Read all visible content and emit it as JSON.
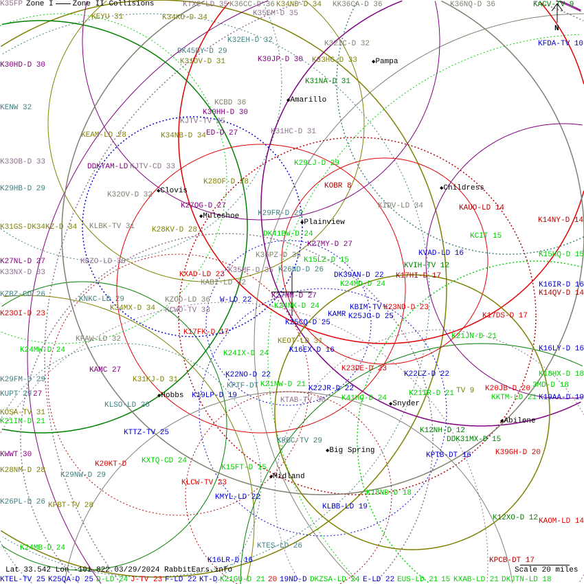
{
  "legend": {
    "zone1": "Zone I",
    "zone2": "Zone II",
    "collisions": "Collisions"
  },
  "footer": {
    "coords": "Lat 33.542 Lon -101.822 03/29/2024 RabbitEars.info",
    "scale": "Scale 20 miles"
  },
  "north": "N",
  "colors": {
    "olive": "#808000",
    "teal": "#408080",
    "purple": "#800080",
    "mauve": "#907090",
    "gray": "#808070",
    "green": "#00d000",
    "darkgreen": "#008000",
    "blue": "#0000d0",
    "red": "#e00000",
    "darkred": "#b00000"
  },
  "cities": [
    {
      "name": "Pampa"
    },
    {
      "name": "Amarillo"
    },
    {
      "name": "Childress"
    },
    {
      "name": "Clovis"
    },
    {
      "name": "Muleshoe"
    },
    {
      "name": "Plainview"
    },
    {
      "name": "Hobbs"
    },
    {
      "name": "Snyder"
    },
    {
      "name": "Abilene"
    },
    {
      "name": "Big Spring"
    },
    {
      "name": "Midland"
    }
  ],
  "stations": [
    {
      "label": "K35FP",
      "color": "mauve"
    },
    {
      "label": "KEYU 31",
      "color": "olive"
    },
    {
      "label": "KTXC-LD 35",
      "color": "mauve"
    },
    {
      "label": "K36CC-D 36",
      "color": "gray"
    },
    {
      "label": "K34ND-D 34",
      "color": "olive"
    },
    {
      "label": "K35EM-D 35",
      "color": "mauve"
    },
    {
      "label": "KK36CA-D 36",
      "color": "gray"
    },
    {
      "label": "K36NQ-D 36",
      "color": "gray"
    },
    {
      "label": "KACV-TV 9",
      "color": "darkgreen"
    },
    {
      "label": "KFDA-TV 10",
      "color": "blue"
    },
    {
      "label": "K34KO-D 34",
      "color": "olive"
    },
    {
      "label": "K32EH-D 32",
      "color": "teal"
    },
    {
      "label": "K32IC-D 32",
      "color": "gray"
    },
    {
      "label": "DK45DY-D 29",
      "color": "teal"
    },
    {
      "label": "K31OV-D 31",
      "color": "olive"
    },
    {
      "label": "K30JP-D 30",
      "color": "purple"
    },
    {
      "label": "K33HG-D 33",
      "color": "olive"
    },
    {
      "label": "K30HD-D 30",
      "color": "purple"
    },
    {
      "label": "K31NA-D 31",
      "color": "darkgreen"
    },
    {
      "label": "KENW 32",
      "color": "teal"
    },
    {
      "label": "KCBD 36",
      "color": "gray"
    },
    {
      "label": "K30HH-D 30",
      "color": "purple"
    },
    {
      "label": "KJTV-TV 35",
      "color": "mauve"
    },
    {
      "label": "K31HC-D 31",
      "color": "mauve"
    },
    {
      "label": "ED-D 27",
      "color": "purple"
    },
    {
      "label": "KEAM-LD 28",
      "color": "olive"
    },
    {
      "label": "K34NB-D 34",
      "color": "olive"
    },
    {
      "label": "K33OB-D 33",
      "color": "mauve"
    },
    {
      "label": "K29LJ-D 29",
      "color": "green"
    },
    {
      "label": "DDKYAM-LD",
      "color": "purple"
    },
    {
      "label": "KJTV-CD 33",
      "color": "mauve"
    },
    {
      "label": "K29HB-D 29",
      "color": "teal"
    },
    {
      "label": "K28OF-D 28",
      "color": "olive"
    },
    {
      "label": "KOBR 8",
      "color": "darkred"
    },
    {
      "label": "K32OV-D 32",
      "color": "gray"
    },
    {
      "label": "KIDV-LD 34",
      "color": "gray"
    },
    {
      "label": "KAUO-LD 14",
      "color": "darkred"
    },
    {
      "label": "K14NY-D 14",
      "color": "darkred"
    },
    {
      "label": "K27OG-D 27",
      "color": "purple"
    },
    {
      "label": "K29FR-D 29",
      "color": "teal"
    },
    {
      "label": "K31GS-DK34KZ-D 34",
      "color": "olive"
    },
    {
      "label": "KLBK-TV 31",
      "color": "gray"
    },
    {
      "label": "K28KV-D 28",
      "color": "olive"
    },
    {
      "label": "DK41BW-D 24",
      "color": "green"
    },
    {
      "label": "KCIT 15",
      "color": "green"
    },
    {
      "label": "K27MY-D 27",
      "color": "purple"
    },
    {
      "label": "KVAD-LD 16",
      "color": "blue"
    },
    {
      "label": "K15HQ-D 15",
      "color": "green"
    },
    {
      "label": "K27NL-D 27",
      "color": "purple"
    },
    {
      "label": "KBZO-LD 30",
      "color": "mauve"
    },
    {
      "label": "K36PZ-D 36",
      "color": "gray"
    },
    {
      "label": "K15LZ-D 15",
      "color": "green"
    },
    {
      "label": "KVIH-TV 12",
      "color": "darkgreen"
    },
    {
      "label": "K33NX-D 33",
      "color": "mauve"
    },
    {
      "label": "K26ND-D 26",
      "color": "teal"
    },
    {
      "label": "K35MF-D 35",
      "color": "mauve"
    },
    {
      "label": "KXAD-LD 23",
      "color": "red"
    },
    {
      "label": "DK39AN-D 22",
      "color": "blue"
    },
    {
      "label": "K17HI-D 17",
      "color": "darkred"
    },
    {
      "label": "KABI-LD 32",
      "color": "gray"
    },
    {
      "label": "K24MD-D 24",
      "color": "green"
    },
    {
      "label": "K16IR-D 16",
      "color": "blue"
    },
    {
      "label": "KZBZ-CD 26",
      "color": "teal"
    },
    {
      "label": "K14QV-D 14",
      "color": "darkred"
    },
    {
      "label": "K27HM-D 27",
      "color": "purple"
    },
    {
      "label": "KNKC-LD 29",
      "color": "teal"
    },
    {
      "label": "KZOD-LD 36",
      "color": "gray"
    },
    {
      "label": "W-LD 22",
      "color": "blue"
    },
    {
      "label": "K24NK-D 24",
      "color": "green"
    },
    {
      "label": "K34MX-D 34",
      "color": "olive"
    },
    {
      "label": "KCWO-TV 33",
      "color": "mauve"
    },
    {
      "label": "KBIM-TV",
      "color": "blue"
    },
    {
      "label": "K23ND-D 23",
      "color": "red"
    },
    {
      "label": "K23OI-D 23",
      "color": "red"
    },
    {
      "label": "KAMR",
      "color": "blue"
    },
    {
      "label": "K25JO-D 25",
      "color": "blue"
    },
    {
      "label": "K17DS-D 17",
      "color": "red"
    },
    {
      "label": "K25CQ-D 25",
      "color": "blue"
    },
    {
      "label": "K17FK-D 17",
      "color": "red"
    },
    {
      "label": "K21JN-D 21",
      "color": "green"
    },
    {
      "label": "KFAW-LD 32",
      "color": "gray"
    },
    {
      "label": "KEOT-LD 31",
      "color": "olive"
    },
    {
      "label": "K24MW-D 24",
      "color": "green"
    },
    {
      "label": "K16LY-D 16",
      "color": "blue"
    },
    {
      "label": "K16EX-D 16",
      "color": "blue"
    },
    {
      "label": "K24IX-D 24",
      "color": "green"
    },
    {
      "label": "K23DE-D 23",
      "color": "red"
    },
    {
      "label": "KAMC 27",
      "color": "purple"
    },
    {
      "label": "K22NO-D 22",
      "color": "blue"
    },
    {
      "label": "K22LZ-D 22",
      "color": "blue"
    },
    {
      "label": "K18HX-D 18",
      "color": "green"
    },
    {
      "label": "K29FM-D 29",
      "color": "teal"
    },
    {
      "label": "K31KJ-D 31",
      "color": "olive"
    },
    {
      "label": "K21NW-D 21",
      "color": "green"
    },
    {
      "label": "K20JB-D 20",
      "color": "red"
    },
    {
      "label": "3MD-D 18",
      "color": "green"
    },
    {
      "label": "KPTF-DT",
      "color": "teal"
    },
    {
      "label": "K22JR-D 22",
      "color": "blue"
    },
    {
      "label": "KUPT 29",
      "color": "teal"
    },
    {
      "label": "27",
      "color": "purple"
    },
    {
      "label": "K21IR-D 21",
      "color": "green"
    },
    {
      "label": "TV 9",
      "color": "olive"
    },
    {
      "label": "KKTM-LD 21",
      "color": "green"
    },
    {
      "label": "K19AA-D 19",
      "color": "blue"
    },
    {
      "label": "K19LP-D 19",
      "color": "blue"
    },
    {
      "label": "K41HQ-D 24",
      "color": "green"
    },
    {
      "label": "KTAB-TV 30",
      "color": "mauve"
    },
    {
      "label": "KOSA-TV 31",
      "color": "olive"
    },
    {
      "label": "K21IM-D 21",
      "color": "green"
    },
    {
      "label": "KLSO-LD 26",
      "color": "teal"
    },
    {
      "label": "KTTZ-TV 25",
      "color": "blue"
    },
    {
      "label": "K12NH-D 12",
      "color": "darkgreen"
    },
    {
      "label": "DDK31MX-D 15",
      "color": "darkgreen"
    },
    {
      "label": "KRBC-TV 29",
      "color": "teal"
    },
    {
      "label": "KPTB-DT 16",
      "color": "blue"
    },
    {
      "label": "K39GH-D 20",
      "color": "red"
    },
    {
      "label": "KWWT 30",
      "color": "purple"
    },
    {
      "label": "K20KT-D",
      "color": "red"
    },
    {
      "label": "KXTQ-CD 24",
      "color": "green"
    },
    {
      "label": "K28NM-D 28",
      "color": "olive"
    },
    {
      "label": "K15FT-D 15",
      "color": "green"
    },
    {
      "label": "K29NW-D 29",
      "color": "teal"
    },
    {
      "label": "KLCW-TV 23",
      "color": "red"
    },
    {
      "label": "KMYL-LD 22",
      "color": "blue"
    },
    {
      "label": "K18ND-D 18",
      "color": "green"
    },
    {
      "label": "K26PL-D 26",
      "color": "teal"
    },
    {
      "label": "KPBT-TV 28",
      "color": "olive"
    },
    {
      "label": "KLBB-LD 19",
      "color": "blue"
    },
    {
      "label": "K12XO-D 12",
      "color": "darkgreen"
    },
    {
      "label": "KAOM-LD 14",
      "color": "red"
    },
    {
      "label": "K24MB-D 24",
      "color": "green"
    },
    {
      "label": "KTES-LD 26",
      "color": "teal"
    },
    {
      "label": "K16LR-D 16",
      "color": "blue"
    },
    {
      "label": "KPCB-DT 17",
      "color": "darkred"
    },
    {
      "label": "KTEL-TV 25",
      "color": "blue"
    },
    {
      "label": "K25QA-D 25",
      "color": "blue"
    },
    {
      "label": "D-LD 24",
      "color": "green"
    },
    {
      "label": "J-TV 23",
      "color": "red"
    },
    {
      "label": "F-LD 22",
      "color": "blue"
    },
    {
      "label": "KT-D",
      "color": "blue"
    },
    {
      "label": "K21GU-D 21",
      "color": "green"
    },
    {
      "label": "20",
      "color": "red"
    },
    {
      "label": "19ND-D",
      "color": "blue"
    },
    {
      "label": "DKZSA-LD 24",
      "color": "green"
    },
    {
      "label": "E-LD 22",
      "color": "blue"
    },
    {
      "label": "EUS-LD 21",
      "color": "green"
    },
    {
      "label": "15",
      "color": "green"
    },
    {
      "label": "KXAB-LD 21",
      "color": "green"
    },
    {
      "label": "DKJTN-LD 18",
      "color": "green"
    }
  ]
}
